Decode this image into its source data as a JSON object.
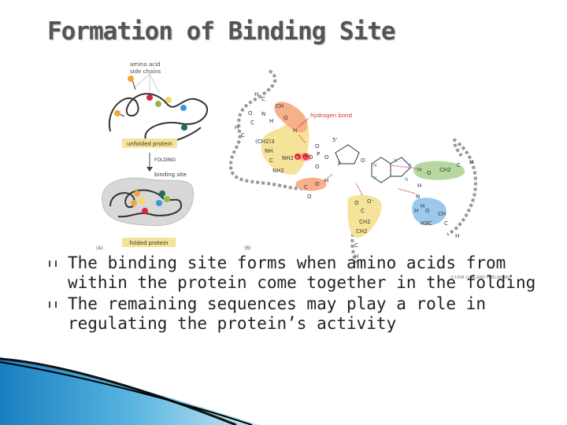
{
  "title": "Formation of Binding Site",
  "figure": {
    "panel_a": {
      "panel_label": "(A)",
      "side_chains_label": "amino acid\nside chains",
      "unfolded_label": "unfolded protein",
      "folding_label": "FOLDING",
      "binding_site_label": "binding site",
      "folded_label": "folded protein"
    },
    "panel_b": {
      "panel_label": "(B)",
      "hydrogen_bond_label": "hydrogen bond"
    },
    "credit": "©1998 GARLAND PUBLISHING"
  },
  "bullets": [
    "The binding site forms when amino acids from within the protein come together in the folding",
    "The remaining sequences may play a role in regulating the protein’s activity"
  ],
  "colors": {
    "title": "#555555",
    "orange": "#f4a53c",
    "red": "#d8263a",
    "green": "#98b645",
    "blue": "#3a9ad8",
    "teal": "#1f6e5c",
    "yellow_highlight": "#f6e39a",
    "salmon_highlight": "#f6b08a",
    "green_highlight": "#b6d8a0",
    "blue_highlight": "#9cc8ec",
    "accent_blue": "#1a7fbf"
  }
}
